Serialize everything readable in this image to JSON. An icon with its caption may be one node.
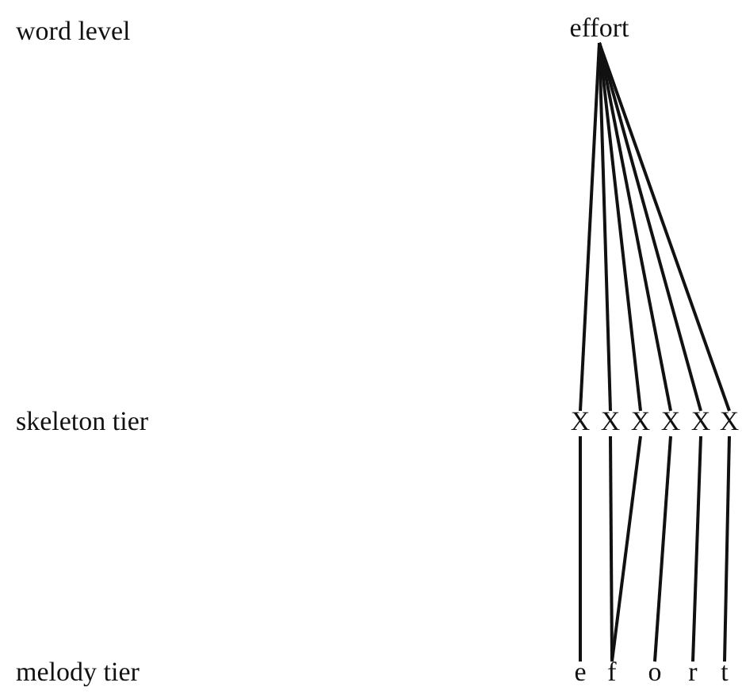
{
  "diagram": {
    "nodes": [
      {
        "text": [
          "effort"
        ]
      },
      {
        "text": [
          "X"
        ]
      },
      {
        "text": [
          "X"
        ]
      },
      {
        "text": [
          "X"
        ]
      },
      {
        "text": [
          "X"
        ]
      },
      {
        "text": [
          "X"
        ]
      },
      {
        "text": [
          "X"
        ]
      },
      {
        "text": [
          "e"
        ]
      },
      {
        "text": [
          "f"
        ]
      },
      {
        "text": [
          "o"
        ]
      },
      {
        "text": [
          "r"
        ]
      },
      {
        "text": [
          "t"
        ]
      }
    ],
    "edges": [
      {
        "from": 0,
        "to": 1,
        "arrow": "none"
      },
      {
        "from": 0,
        "to": 2,
        "arrow": "none"
      },
      {
        "from": 0,
        "to": 3,
        "arrow": "none"
      },
      {
        "from": 0,
        "to": 4,
        "arrow": "none"
      },
      {
        "from": 0,
        "to": 5,
        "arrow": "none"
      },
      {
        "from": 0,
        "to": 6,
        "arrow": "none"
      },
      {
        "from": 1,
        "to": 7,
        "arrow": "none"
      },
      {
        "from": 2,
        "to": 8,
        "arrow": "none"
      },
      {
        "from": 3,
        "to": 8,
        "arrow": "none"
      },
      {
        "from": 4,
        "to": 9,
        "arrow": "none"
      },
      {
        "from": 5,
        "to": 10,
        "arrow": "none"
      },
      {
        "from": 6,
        "to": 11,
        "arrow": "none"
      }
    ],
    "labels": [
      "word level",
      "skeleton tier",
      "melody tier"
    ]
  }
}
